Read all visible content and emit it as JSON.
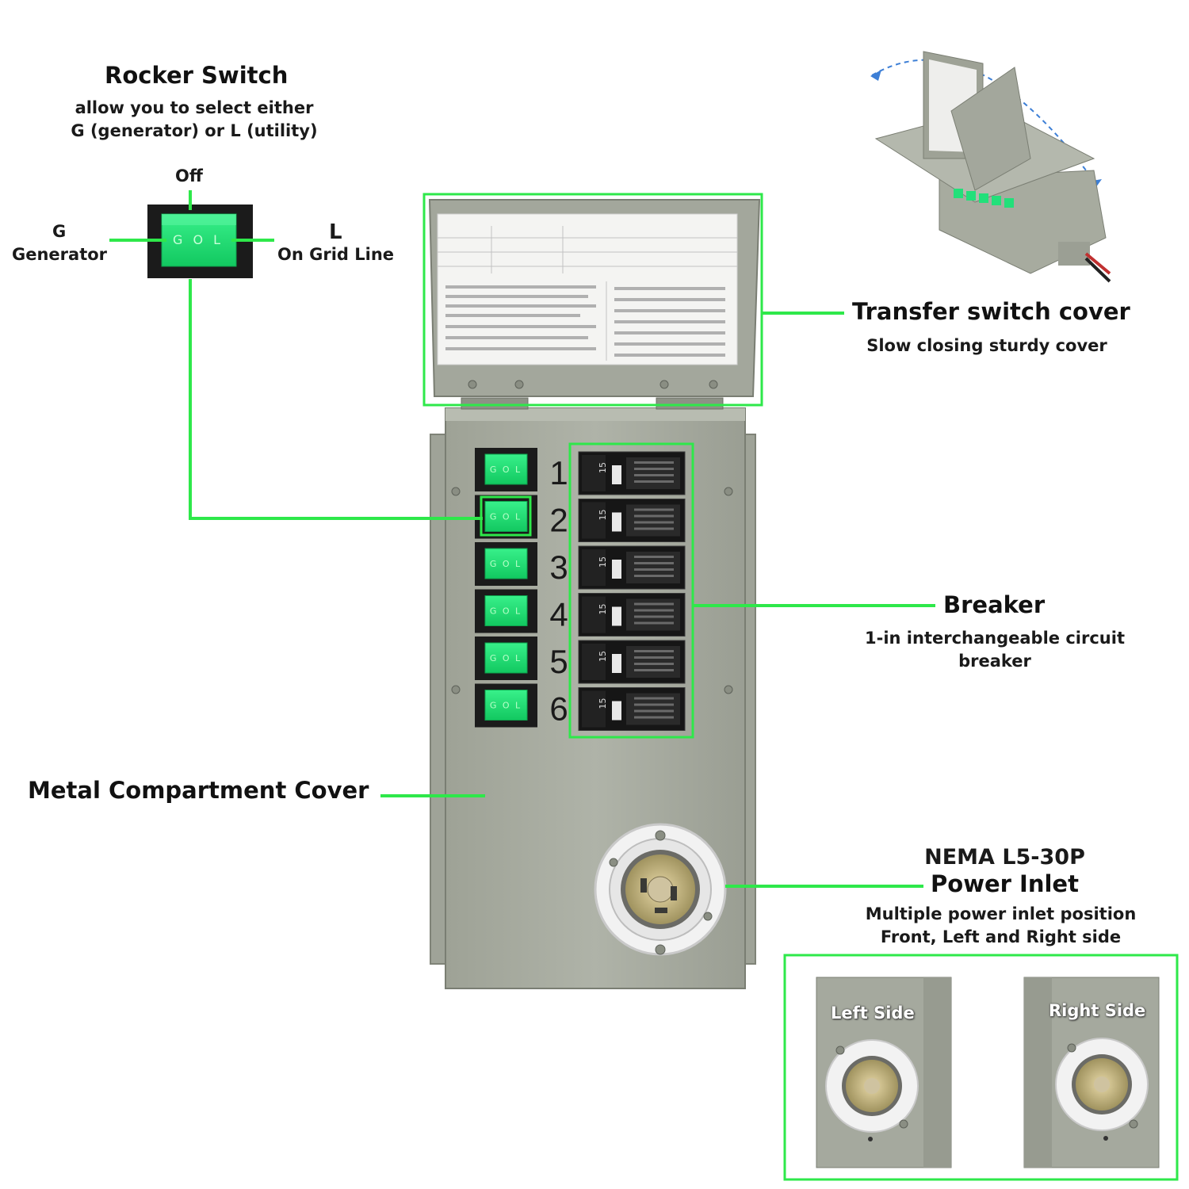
{
  "rocker": {
    "title": "Rocker Switch",
    "desc_line1": "allow you to select either",
    "desc_line2": "G (generator) or L (utility)",
    "off_label": "Off",
    "g_letter": "G",
    "g_label": "Generator",
    "l_letter": "L",
    "l_label": "On Grid Line",
    "face_text": "G O L"
  },
  "cover": {
    "title": "Transfer switch cover",
    "desc": "Slow closing sturdy cover"
  },
  "breaker": {
    "title": "Breaker",
    "desc_line1": "1-in interchangeable circuit",
    "desc_line2": "breaker",
    "rating": "15",
    "circuits": [
      "1",
      "2",
      "3",
      "4",
      "5",
      "6"
    ]
  },
  "compartment": {
    "title": "Metal Compartment Cover"
  },
  "inlet": {
    "title_line1": "NEMA L5-30P",
    "title_line2": "Power Inlet",
    "desc_line1": "Multiple power inlet position",
    "desc_line2": "Front, Left and Right side",
    "left_side": "Left Side",
    "right_side": "Right Side"
  },
  "colors": {
    "accent_green": "#2ee84a",
    "switch_green": "#1fe070",
    "panel_gray": "#a9ada3"
  }
}
